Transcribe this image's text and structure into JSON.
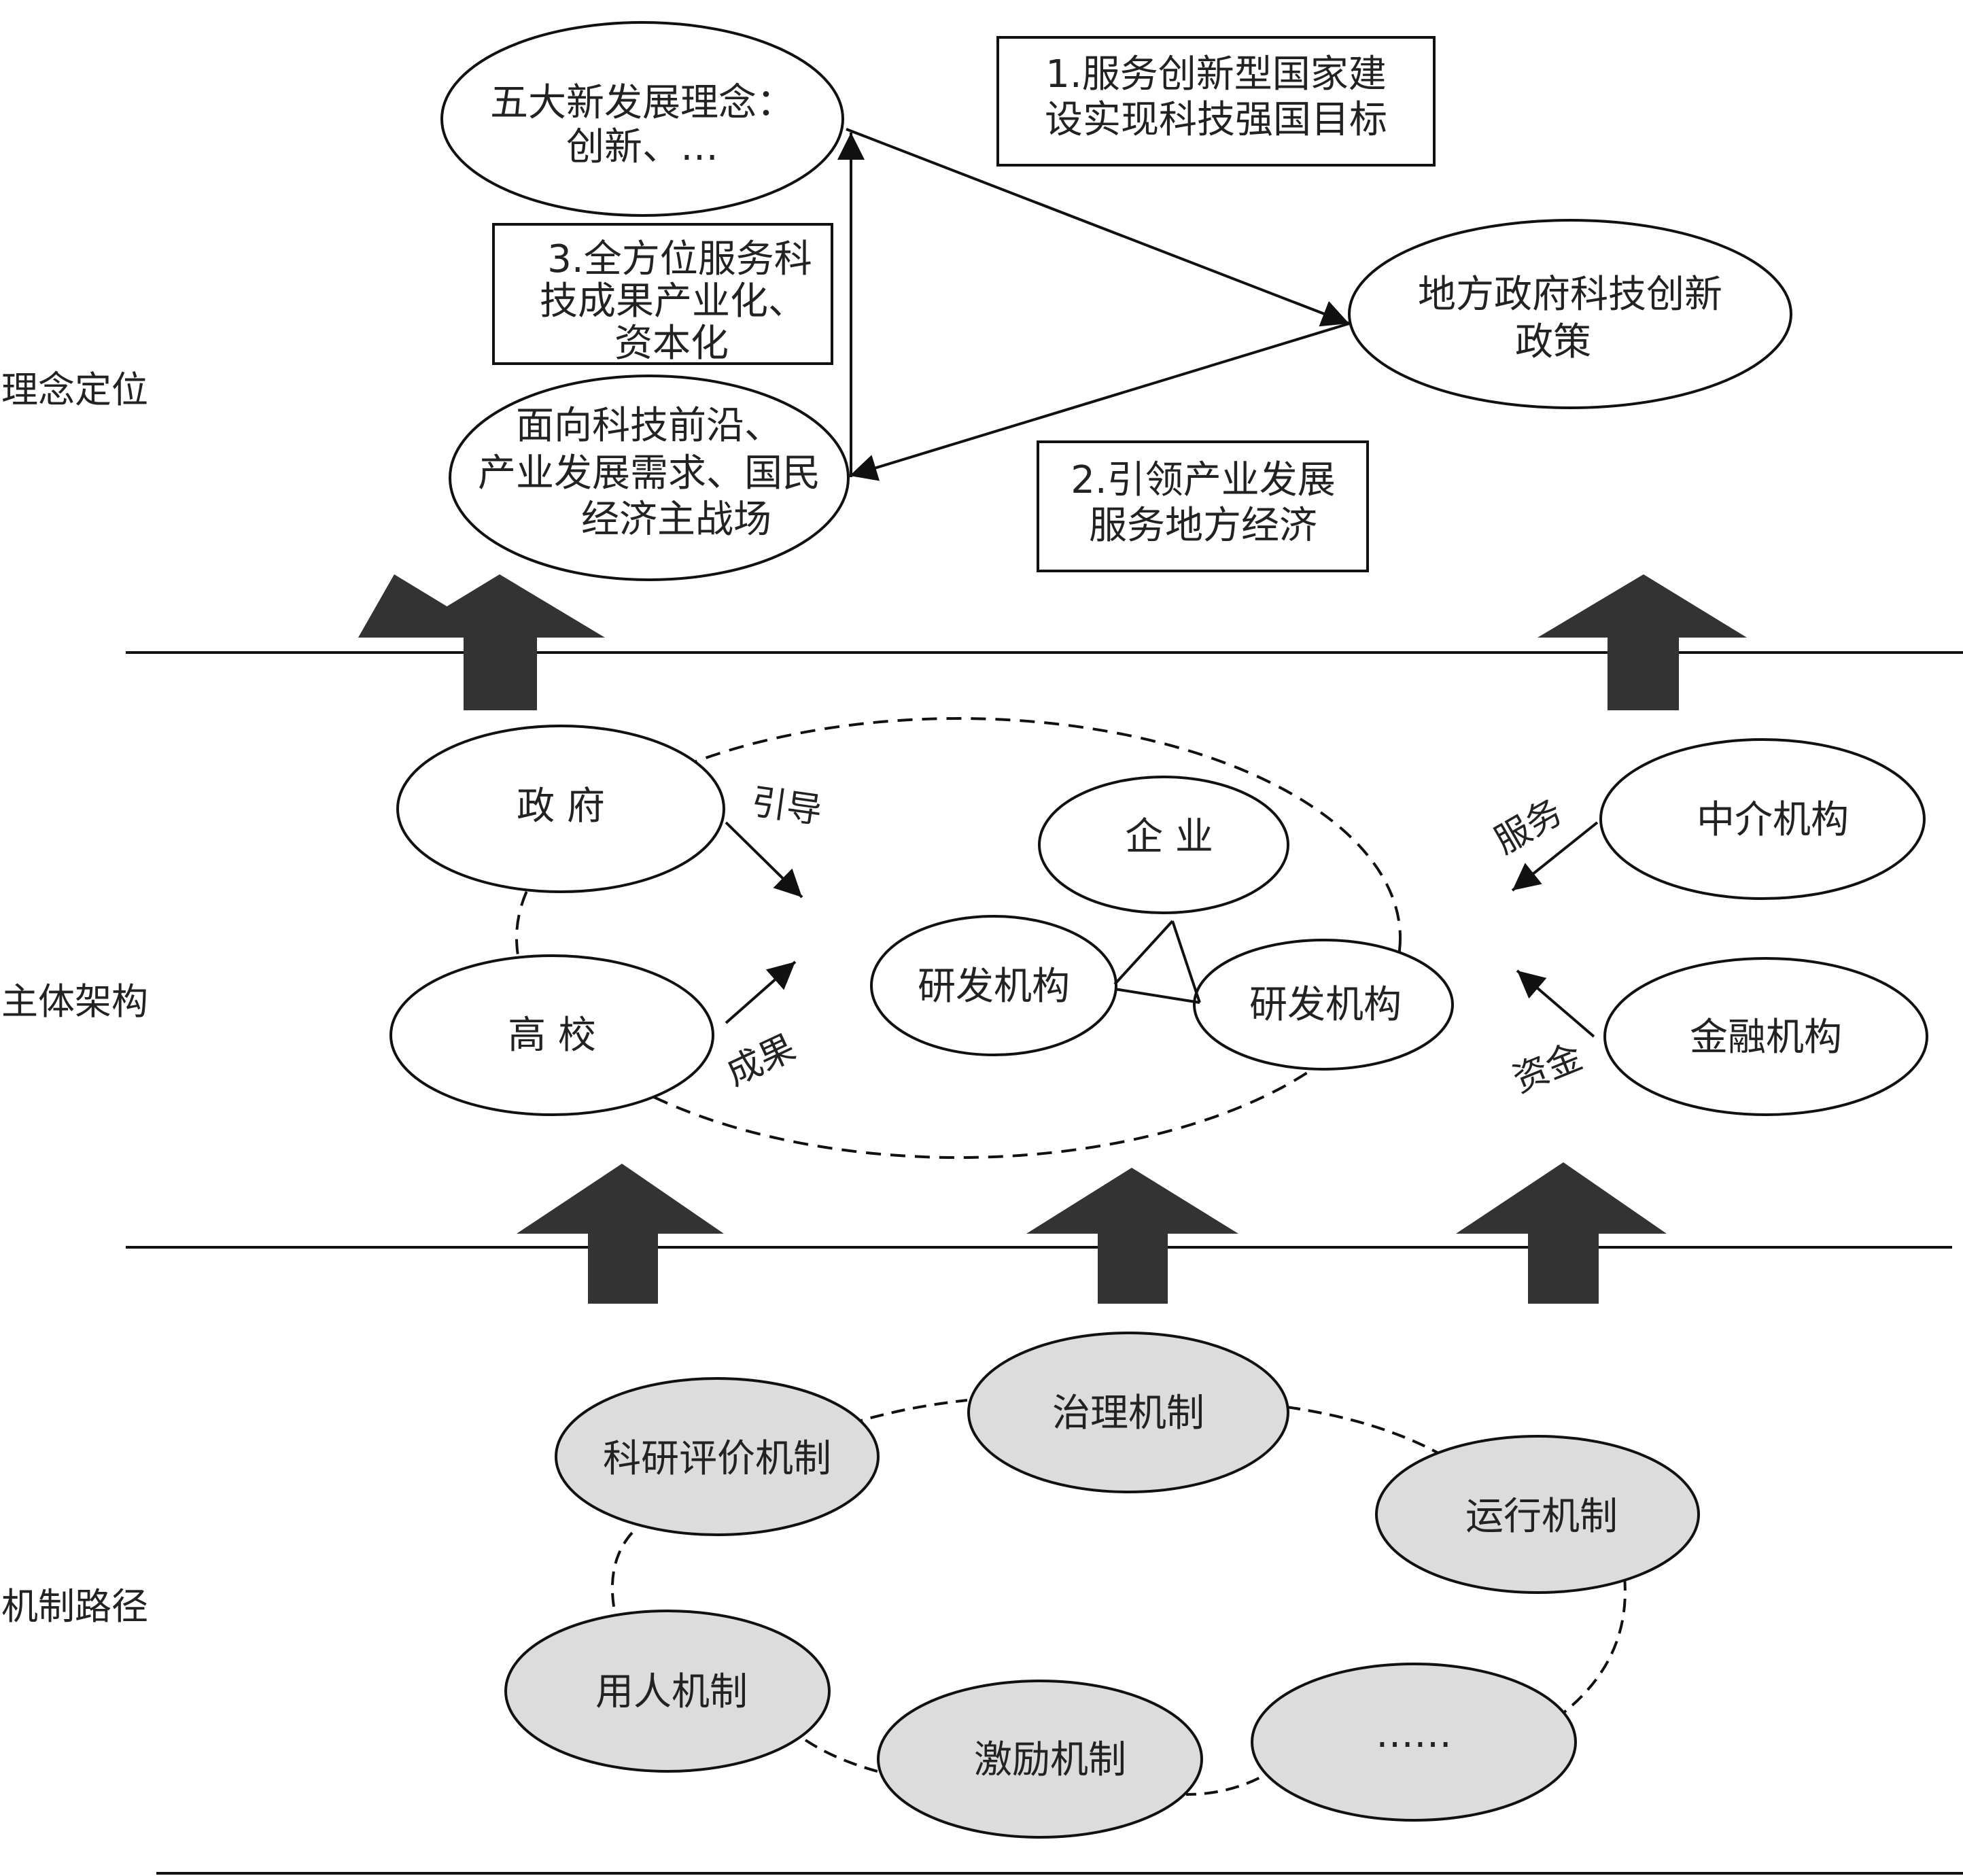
{
  "layers": {
    "concept": "理念定位",
    "subject": "主体架构",
    "mechanism": "机制路径"
  },
  "concept": {
    "five_ideas": [
      "五大新发展理念：",
      "创新、…"
    ],
    "frontier": [
      "面向科技前沿、",
      "产业发展需求、国民",
      "经济主战场"
    ],
    "local_policy": [
      "地方政府科技创新",
      "政策"
    ],
    "box1": [
      "1.服务创新型国家建",
      "设实现科技强国目标"
    ],
    "box2": [
      "2.引领产业发展",
      "服务地方经济"
    ],
    "box3": [
      "3.全方位服务科",
      "技成果产业化、",
      "资本化"
    ]
  },
  "subjects": {
    "government": "政 府",
    "university": "高 校",
    "intermediary": "中介机构",
    "finance": "金融机构",
    "enterprise": "企 业",
    "rd_left": "研发机构",
    "rd_right": "研发机构",
    "label_guide": "引导",
    "label_result": "成果",
    "label_service": "服务",
    "label_fund": "资金"
  },
  "mechanisms": {
    "governance": "治理机制",
    "evaluation": "科研评价机制",
    "operation": "运行机制",
    "employment": "用人机制",
    "incentive": "激励机制",
    "more": "……"
  },
  "colors": {
    "stroke": "#111111",
    "big_arrow": "#333333",
    "mechanism_fill": "#dcdcdc"
  }
}
